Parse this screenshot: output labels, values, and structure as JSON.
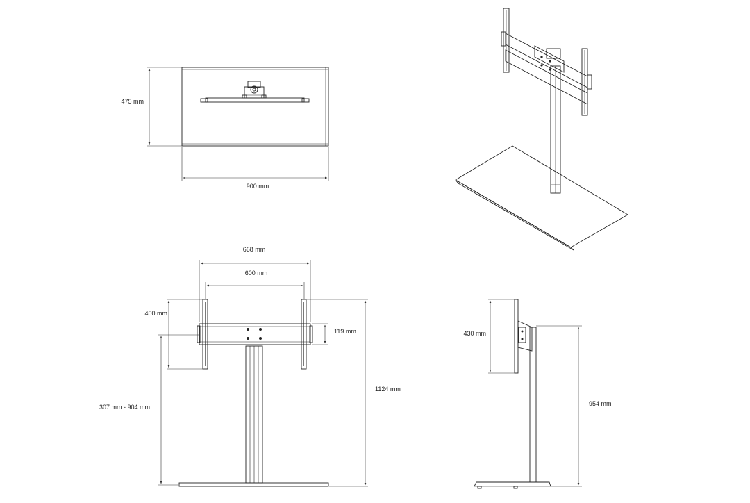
{
  "views": {
    "top": {
      "depth_label": "475 mm",
      "width_label": "900 mm"
    },
    "front": {
      "outer_vesa_width_label": "668 mm",
      "inner_vesa_width_label": "600 mm",
      "vesa_height_label": "400 mm",
      "bracket_height_label": "119 mm",
      "height_adjust_label": "307 mm - 904 mm",
      "total_height_label": "1124 mm"
    },
    "side": {
      "bracket_height_label": "430 mm",
      "column_height_label": "954 mm"
    }
  },
  "colors": {
    "line": "#222222",
    "background": "#ffffff"
  }
}
